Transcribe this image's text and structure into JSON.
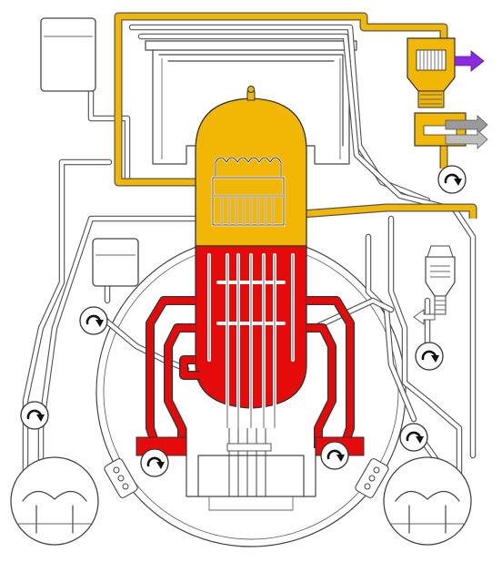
{
  "colors": {
    "primary_loop": "#e60b0b",
    "steam": "#f2b705",
    "exhaust_arrow": "#8a2be2",
    "cooling_arrow": "#8c8c8c",
    "outline": "#444444",
    "background": "#ffffff"
  },
  "components": [
    {
      "name": "reactor-vessel",
      "fill": "primary_loop"
    },
    {
      "name": "reactor-dome",
      "fill": "steam"
    },
    {
      "name": "steam-line",
      "fill": "steam"
    },
    {
      "name": "turbine",
      "fill": "steam"
    },
    {
      "name": "condenser",
      "fill": "steam"
    },
    {
      "name": "circulation-pump",
      "icon": "clockwise-rotation-icon",
      "count": 7
    },
    {
      "name": "storage-tank",
      "count": 2
    },
    {
      "name": "compressor",
      "count": 1
    },
    {
      "name": "turbo-machine",
      "count": 2
    }
  ],
  "icons": [
    "pump-rotation-icon",
    "exhaust-arrow-icon",
    "cooling-water-arrow-icon",
    "flow-arrow-icon"
  ]
}
